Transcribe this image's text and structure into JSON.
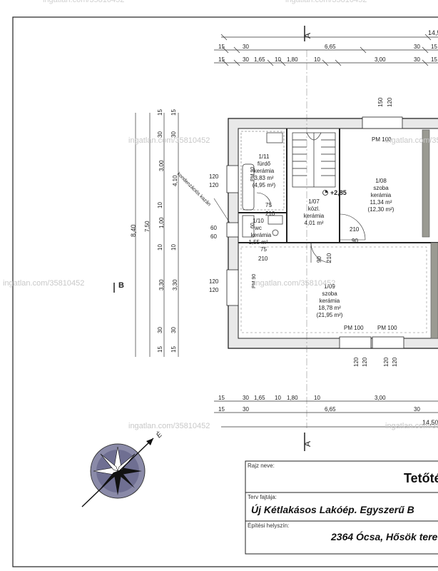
{
  "watermark": "ingatlan.com/35810452",
  "dimensions": {
    "top_total": "14,50",
    "row1": [
      "15",
      "30",
      "6,65",
      "30",
      "15"
    ],
    "row2": [
      "15",
      "30",
      "1,65",
      "10",
      "1,80",
      "10",
      "3,00",
      "30",
      "15"
    ],
    "left_total": "8,40",
    "left_col2": [
      "7,50"
    ],
    "left_col3": [
      "15",
      "30",
      "3,00",
      "10",
      "1,00",
      "10",
      "3,30",
      "30",
      "15"
    ],
    "left_col4": [
      "15",
      "30",
      "4,10",
      "10",
      "3,30",
      "30",
      "15"
    ],
    "openings": [
      "120",
      "120",
      "60",
      "60",
      "120",
      "120",
      "150",
      "120",
      "90",
      "210",
      "75",
      "210",
      "75",
      "210",
      "90",
      "210"
    ]
  },
  "section_marks": {
    "a": "A",
    "b": "B"
  },
  "rooms": [
    {
      "id": "1/11",
      "name": "fürdő",
      "floor": "kerámia",
      "area": "3,83 m²",
      "area2": "(4,95 m²)"
    },
    {
      "id": "1/07",
      "name": "közl.",
      "floor": "kerámia",
      "area": "4,01 m²",
      "area2": ""
    },
    {
      "id": "1/10",
      "name": "wc",
      "floor": "kerámia",
      "area": "1,55 m²",
      "area2": ""
    },
    {
      "id": "1/08",
      "name": "szoba",
      "floor": "kerámia",
      "area": "11,34 m²",
      "area2": "(12,30 m²)"
    },
    {
      "id": "1/09",
      "name": "szoba",
      "floor": "kerámia",
      "area": "18,78 m²",
      "area2": "(21,95 m²)"
    }
  ],
  "labels": {
    "pm100": "PM 100",
    "pm90": "PM 90",
    "level": "+2,85",
    "boiler": "kondenzációs kazán"
  },
  "title_block": {
    "drawing_name_label": "Rajz neve:",
    "drawing_name": "Tetőté",
    "plan_type_label": "Terv fajtája:",
    "plan_type": "Új Kétlakásos Lakóép. Egyszerű B",
    "site_label": "Építési helyszín:",
    "site": "2364 Ócsa, Hősök tere"
  }
}
